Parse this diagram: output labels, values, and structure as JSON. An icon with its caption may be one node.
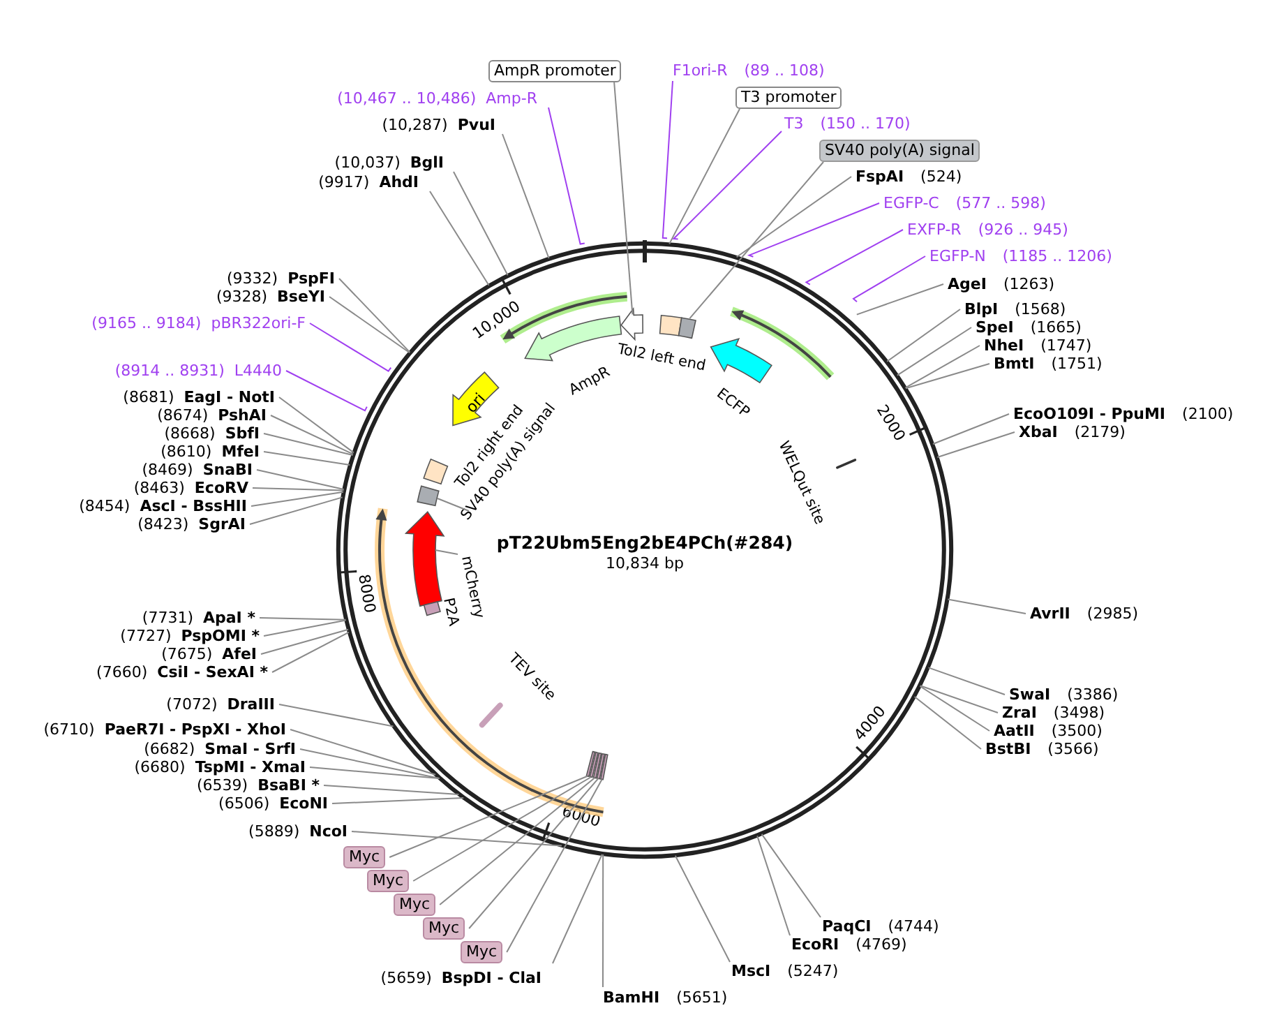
{
  "diagram": {
    "title": "pT22Ubm5Eng2bE4PCh(#284)",
    "caption": "10,834 bp",
    "nodes": [
      {
        "text": [
          "AmpR promoter"
        ]
      },
      {
        "text": [
          "F1ori-R",
          "(89 .. 108)"
        ]
      },
      {
        "text": [
          "T3 promoter"
        ]
      },
      {
        "text": [
          "T3",
          "(150 .. 170)"
        ]
      },
      {
        "text": [
          "SV40 poly(A) signal"
        ]
      },
      {
        "text": [
          "FspAI",
          "(524)"
        ]
      },
      {
        "text": [
          "EGFP-C",
          "(577 .. 598)"
        ]
      },
      {
        "text": [
          "EXFP-R",
          "(926 .. 945)"
        ]
      },
      {
        "text": [
          "EGFP-N",
          "(1185 .. 1206)"
        ]
      },
      {
        "text": [
          "AgeI",
          "(1263)"
        ]
      },
      {
        "text": [
          "BlpI",
          "(1568)"
        ]
      },
      {
        "text": [
          "SpeI",
          "(1665)"
        ]
      },
      {
        "text": [
          "NheI",
          "(1747)"
        ]
      },
      {
        "text": [
          "BmtI",
          "(1751)"
        ]
      },
      {
        "text": [
          "EcoO109I - PpuMI",
          "(2100)"
        ]
      },
      {
        "text": [
          "XbaI",
          "(2179)"
        ]
      },
      {
        "text": [
          "AvrII",
          "(2985)"
        ]
      },
      {
        "text": [
          "SwaI",
          "(3386)"
        ]
      },
      {
        "text": [
          "ZraI",
          "(3498)"
        ]
      },
      {
        "text": [
          "AatII",
          "(3500)"
        ]
      },
      {
        "text": [
          "BstBI",
          "(3566)"
        ]
      },
      {
        "text": [
          "PaqCI",
          "(4744)"
        ]
      },
      {
        "text": [
          "EcoRI",
          "(4769)"
        ]
      },
      {
        "text": [
          "MscI",
          "(5247)"
        ]
      },
      {
        "text": [
          "BamHI",
          "(5651)"
        ]
      },
      {
        "text": [
          "(10,467 .. 10,486)",
          "Amp-R"
        ]
      },
      {
        "text": [
          "(10,287)",
          "PvuI"
        ]
      },
      {
        "text": [
          "(10,037)",
          "BglI"
        ]
      },
      {
        "text": [
          "(9917)",
          "AhdI"
        ]
      },
      {
        "text": [
          "(9332)",
          "PspFI"
        ]
      },
      {
        "text": [
          "(9328)",
          "BseYI"
        ]
      },
      {
        "text": [
          "(9165 .. 9184)",
          "pBR322ori-F"
        ]
      },
      {
        "text": [
          "(8914 .. 8931)",
          "L4440"
        ]
      },
      {
        "text": [
          "(8681)",
          "EagI - NotI"
        ]
      },
      {
        "text": [
          "(8674)",
          "PshAI"
        ]
      },
      {
        "text": [
          "(8668)",
          "SbfI"
        ]
      },
      {
        "text": [
          "(8610)",
          "MfeI"
        ]
      },
      {
        "text": [
          "(8469)",
          "SnaBI"
        ]
      },
      {
        "text": [
          "(8463)",
          "EcoRV"
        ]
      },
      {
        "text": [
          "(8454)",
          "AscI - BssHII"
        ]
      },
      {
        "text": [
          "(8423)",
          "SgrAI"
        ]
      },
      {
        "text": [
          "(7731)",
          "ApaI *"
        ]
      },
      {
        "text": [
          "(7727)",
          "PspOMI *"
        ]
      },
      {
        "text": [
          "(7675)",
          "AfeI"
        ]
      },
      {
        "text": [
          "(7660)",
          "CsiI - SexAI *"
        ]
      },
      {
        "text": [
          "(7072)",
          "DraIII"
        ]
      },
      {
        "text": [
          "(6710)",
          "PaeR7I - PspXI - XhoI"
        ]
      },
      {
        "text": [
          "(6682)",
          "SmaI - SrfI"
        ]
      },
      {
        "text": [
          "(6680)",
          "TspMI - XmaI"
        ]
      },
      {
        "text": [
          "(6539)",
          "BsaBI *"
        ]
      },
      {
        "text": [
          "(6506)",
          "EcoNI"
        ]
      },
      {
        "text": [
          "(5889)",
          "NcoI"
        ]
      },
      {
        "text": [
          "Myc"
        ]
      },
      {
        "text": [
          "Myc"
        ]
      },
      {
        "text": [
          "Myc"
        ]
      },
      {
        "text": [
          "Myc"
        ]
      },
      {
        "text": [
          "Myc"
        ]
      },
      {
        "text": [
          "(5659)",
          "BspDI - ClaI"
        ]
      },
      {
        "text": [],
        "shape": "arrow"
      },
      {
        "text": [],
        "shape": "arrow",
        "beside": [
          "AmpR"
        ]
      },
      {
        "text": [],
        "shape": "box",
        "beside": [
          "Tol2 left end"
        ]
      },
      {
        "text": [],
        "shape": "box"
      },
      {
        "text": [],
        "shape": "arrow",
        "beside": [
          "ECFP"
        ]
      },
      {
        "text": [],
        "shape": "bar",
        "beside": [
          "WELQut site"
        ]
      },
      {
        "text": [
          "ori"
        ]
      },
      {
        "text": [],
        "shape": "box",
        "beside": [
          "Tol2 right end"
        ]
      },
      {
        "text": [],
        "shape": "box"
      },
      {
        "text": [
          "SV40 poly(A) signal"
        ]
      },
      {
        "text": [],
        "shape": "arrow"
      },
      {
        "text": [
          "mCherry"
        ]
      },
      {
        "text": [],
        "shape": "box",
        "beside": [
          "P2A"
        ]
      },
      {
        "text": [],
        "shape": "bar",
        "beside": [
          "TEV site"
        ]
      },
      {
        "text": [],
        "shape": "box"
      },
      {
        "text": [],
        "shape": "box"
      },
      {
        "text": [],
        "shape": "box"
      },
      {
        "text": [],
        "shape": "box"
      },
      {
        "text": [],
        "shape": "box"
      }
    ],
    "edges": [
      {
        "from": 0,
        "to": 58,
        "arrow": "none"
      },
      {
        "from": 1,
        "to": null,
        "arrow": "none",
        "color": "#a040f0"
      },
      {
        "from": 2,
        "to": null,
        "arrow": "none"
      },
      {
        "from": 3,
        "to": null,
        "arrow": "none",
        "color": "#a040f0"
      },
      {
        "from": 4,
        "to": 61,
        "arrow": "none"
      },
      {
        "from": 5,
        "to": null,
        "arrow": "none"
      },
      {
        "from": 6,
        "to": null,
        "arrow": "none",
        "color": "#a040f0"
      },
      {
        "from": 7,
        "to": null,
        "arrow": "none",
        "color": "#a040f0"
      },
      {
        "from": 8,
        "to": null,
        "arrow": "none",
        "color": "#a040f0"
      },
      {
        "from": 9,
        "to": null,
        "arrow": "none"
      },
      {
        "from": 10,
        "to": null,
        "arrow": "none"
      },
      {
        "from": 11,
        "to": null,
        "arrow": "none"
      },
      {
        "from": 12,
        "to": null,
        "arrow": "none"
      },
      {
        "from": 13,
        "to": null,
        "arrow": "none"
      },
      {
        "from": 14,
        "to": null,
        "arrow": "none"
      },
      {
        "from": 15,
        "to": null,
        "arrow": "none"
      },
      {
        "from": 16,
        "to": null,
        "arrow": "none"
      },
      {
        "from": 17,
        "to": null,
        "arrow": "none"
      },
      {
        "from": 18,
        "to": null,
        "arrow": "none"
      },
      {
        "from": 19,
        "to": null,
        "arrow": "none"
      },
      {
        "from": 20,
        "to": null,
        "arrow": "none"
      },
      {
        "from": 21,
        "to": null,
        "arrow": "none"
      },
      {
        "from": 22,
        "to": null,
        "arrow": "none"
      },
      {
        "from": 23,
        "to": null,
        "arrow": "none"
      },
      {
        "from": 24,
        "to": null,
        "arrow": "none"
      },
      {
        "from": 25,
        "to": null,
        "arrow": "none",
        "color": "#a040f0"
      },
      {
        "from": 26,
        "to": null,
        "arrow": "none"
      },
      {
        "from": 27,
        "to": null,
        "arrow": "none"
      },
      {
        "from": 28,
        "to": null,
        "arrow": "none"
      },
      {
        "from": 29,
        "to": null,
        "arrow": "none"
      },
      {
        "from": 30,
        "to": null,
        "arrow": "none"
      },
      {
        "from": 31,
        "to": null,
        "arrow": "none",
        "color": "#a040f0"
      },
      {
        "from": 32,
        "to": null,
        "arrow": "none",
        "color": "#a040f0"
      },
      {
        "from": 33,
        "to": null,
        "arrow": "none"
      },
      {
        "from": 34,
        "to": null,
        "arrow": "none"
      },
      {
        "from": 35,
        "to": null,
        "arrow": "none"
      },
      {
        "from": 36,
        "to": null,
        "arrow": "none"
      },
      {
        "from": 37,
        "to": null,
        "arrow": "none"
      },
      {
        "from": 38,
        "to": null,
        "arrow": "none"
      },
      {
        "from": 39,
        "to": null,
        "arrow": "none"
      },
      {
        "from": 40,
        "to": null,
        "arrow": "none"
      },
      {
        "from": 41,
        "to": null,
        "arrow": "none"
      },
      {
        "from": 42,
        "to": null,
        "arrow": "none"
      },
      {
        "from": 43,
        "to": null,
        "arrow": "none"
      },
      {
        "from": 44,
        "to": null,
        "arrow": "none"
      },
      {
        "from": 45,
        "to": null,
        "arrow": "none"
      },
      {
        "from": 46,
        "to": null,
        "arrow": "none"
      },
      {
        "from": 47,
        "to": null,
        "arrow": "none"
      },
      {
        "from": 48,
        "to": null,
        "arrow": "none"
      },
      {
        "from": 49,
        "to": null,
        "arrow": "none"
      },
      {
        "from": 50,
        "to": null,
        "arrow": "none"
      },
      {
        "from": 51,
        "to": null,
        "arrow": "none"
      },
      {
        "from": 52,
        "to": 72,
        "arrow": "none"
      },
      {
        "from": 53,
        "to": 73,
        "arrow": "none"
      },
      {
        "from": 54,
        "to": 74,
        "arrow": "none"
      },
      {
        "from": 55,
        "to": 75,
        "arrow": "none"
      },
      {
        "from": 56,
        "to": 76,
        "arrow": "none"
      },
      {
        "from": 57,
        "to": null,
        "arrow": "none"
      },
      {
        "from": 67,
        "to": 66,
        "arrow": "none"
      },
      {
        "from": 69,
        "to": 68,
        "arrow": "none"
      }
    ],
    "labels": [
      "10,000",
      "2000",
      "8000",
      "4000",
      "6000"
    ]
  }
}
